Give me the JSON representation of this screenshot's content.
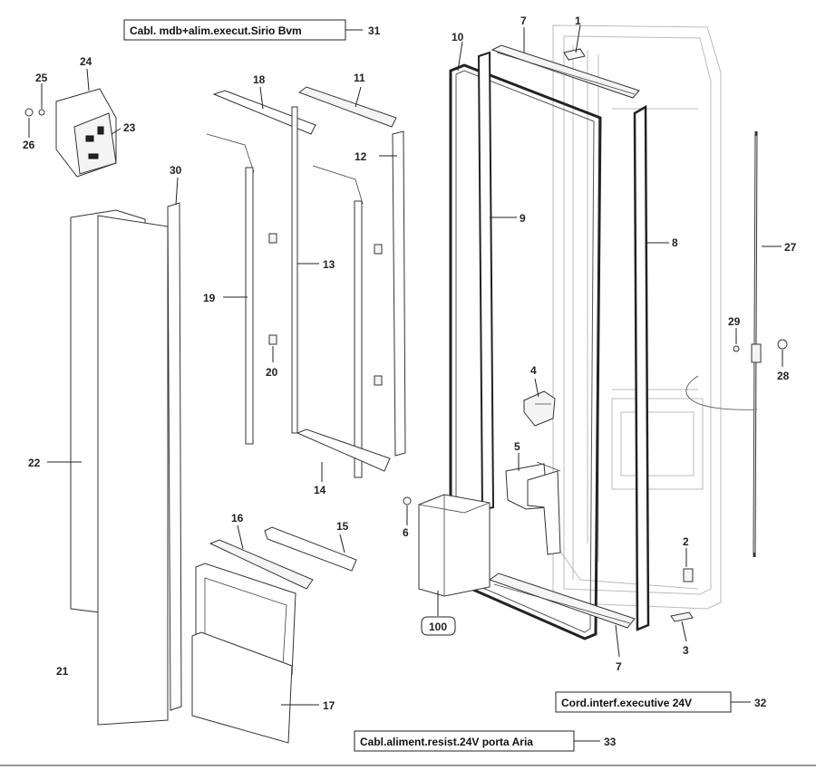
{
  "boxed_labels": {
    "cable_31": "Cabl. mdb+alim.execut.Sirio Bvm",
    "cable_32": "Cord.interf.executive 24V",
    "cable_33": "Cabl.aliment.resist.24V porta Aria"
  },
  "part_numbers": {
    "p1": "1",
    "p2": "2",
    "p3": "3",
    "p4": "4",
    "p5": "5",
    "p6": "6",
    "p7a": "7",
    "p7b": "7",
    "p8": "8",
    "p9": "9",
    "p10": "10",
    "p11": "11",
    "p12": "12",
    "p13": "13",
    "p14": "14",
    "p15": "15",
    "p16": "16",
    "p17": "17",
    "p18": "18",
    "p19": "19",
    "p20": "20",
    "p21": "21",
    "p22": "22",
    "p23": "23",
    "p24": "24",
    "p25": "25",
    "p26": "26",
    "p27": "27",
    "p28": "28",
    "p29": "29",
    "p30": "30",
    "p31": "31",
    "p32": "32",
    "p33": "33",
    "p100": "100"
  }
}
